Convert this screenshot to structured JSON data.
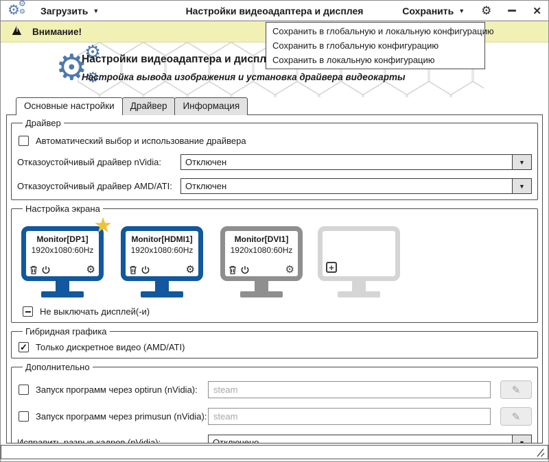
{
  "toolbar": {
    "load_label": "Загрузить",
    "title": "Настройки видеоадаптера и дисплея",
    "save_label": "Сохранить"
  },
  "save_menu": {
    "items": [
      "Сохранить в глобальную и локальную конфигурацию",
      "Сохранить в глобальную конфигурацию",
      "Сохранить в локальную конфигурацию"
    ]
  },
  "warning": {
    "text": "Внимание!"
  },
  "header": {
    "title": "Настройки видеоадаптера и дисплея",
    "subtitle": "Настройка вывода изображения и установка драйвера видеокарты"
  },
  "tabs": [
    {
      "label": "Основные настройки",
      "active": true
    },
    {
      "label": "Драйвер",
      "active": false
    },
    {
      "label": "Информация",
      "active": false
    }
  ],
  "driver_group": {
    "legend": "Драйвер",
    "auto_checkbox_label": "Автоматический выбор и использование драйвера",
    "auto_checkbox_checked": false,
    "nvidia_label": "Отказоустойчивый драйвер nVidia:",
    "nvidia_value": "Отключен",
    "amd_label": "Отказоустойчивый драйвер AMD/ATI:",
    "amd_value": "Отключен"
  },
  "screen_group": {
    "legend": "Настройка экрана",
    "monitors": [
      {
        "name": "Monitor[DP1]",
        "resolution": "1920x1080:60Hz",
        "state": "primary-starred"
      },
      {
        "name": "Monitor[HDMI1]",
        "resolution": "1920x1080:60Hz",
        "state": "active"
      },
      {
        "name": "Monitor[DVI1]",
        "resolution": "1920x1080:60Hz",
        "state": "inactive"
      },
      {
        "name": "",
        "resolution": "",
        "state": "empty-add-slot"
      }
    ],
    "keep_on_label": "Не выключать дисплей(-и)",
    "keep_on_state": "indeterminate"
  },
  "hybrid_group": {
    "legend": "Гибридная графика",
    "discrete_label": "Только дискретное видео (AMD/ATI)",
    "discrete_checked": true
  },
  "extra_group": {
    "legend": "Дополнительно",
    "optirun_label": "Запуск программ через optirun (nVidia):",
    "optirun_checked": false,
    "optirun_placeholder": "steam",
    "primusun_label": "Запуск программ через primusun (nVidia):",
    "primusun_checked": false,
    "primusun_placeholder": "steam",
    "tearing_label": "Исправить разрыв кадров (nVidia):",
    "tearing_value": "Отключено"
  },
  "icons": {
    "gear": "⚙",
    "dropdown_arrow": "▼",
    "combo_arrow": "▼",
    "close": "✕",
    "warning_triangle": "▲",
    "warning_mark": "!",
    "star": "★",
    "pencil": "✎",
    "plus": "+"
  },
  "colors": {
    "accent_blue": "#4e79ab",
    "monitor_blue": "#11589e",
    "monitor_gray": "#8f8f8f",
    "monitor_light": "#d5d5d5",
    "warning_bg": "#f1f1b6",
    "star_yellow": "#f1c232"
  }
}
